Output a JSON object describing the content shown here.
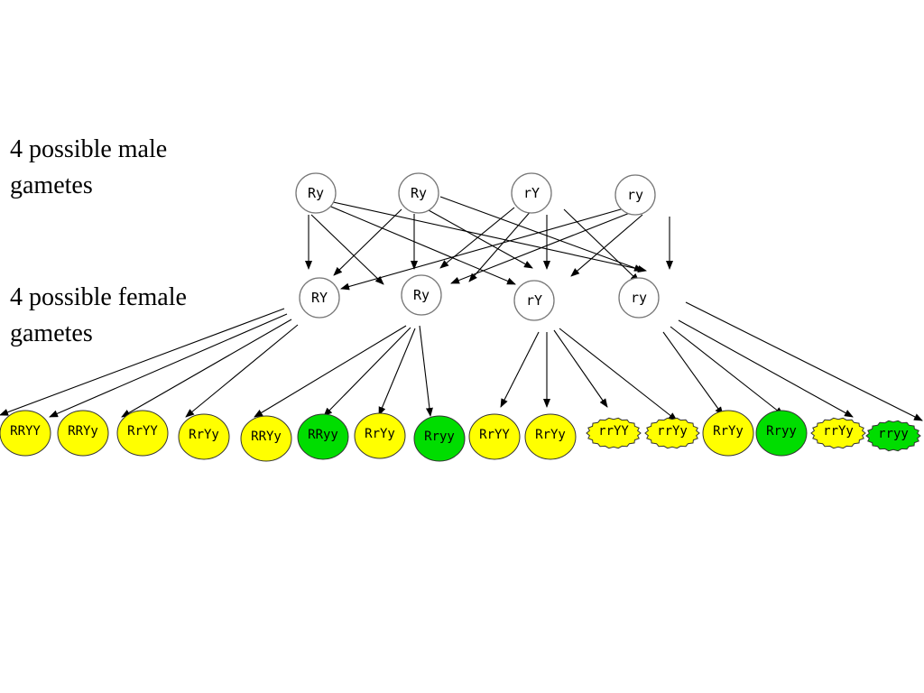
{
  "labels": {
    "male_gametes": "4 possible male\ngametes",
    "female_gametes": "4 possible female\ngametes"
  },
  "colors": {
    "yellow_phenotype": "#ffff00",
    "green_phenotype": "#00dd00",
    "gamete_fill": "#ffffff",
    "outline": "#000000"
  },
  "male_gametes": [
    "Ry",
    "Ry",
    "rY",
    "ry"
  ],
  "female_gametes": [
    "RY",
    "Ry",
    "rY",
    "ry"
  ],
  "offspring": [
    {
      "genotype": "RRYY",
      "color": "yellow",
      "shape": "round"
    },
    {
      "genotype": "RRYy",
      "color": "yellow",
      "shape": "round"
    },
    {
      "genotype": "RrYY",
      "color": "yellow",
      "shape": "round"
    },
    {
      "genotype": "RrYy",
      "color": "yellow",
      "shape": "round"
    },
    {
      "genotype": "RRYy",
      "color": "yellow",
      "shape": "round"
    },
    {
      "genotype": "RRyy",
      "color": "green",
      "shape": "round"
    },
    {
      "genotype": "RrYy",
      "color": "yellow",
      "shape": "round"
    },
    {
      "genotype": "Rryy",
      "color": "green",
      "shape": "round"
    },
    {
      "genotype": "RrYY",
      "color": "yellow",
      "shape": "round"
    },
    {
      "genotype": "RrYy",
      "color": "yellow",
      "shape": "round"
    },
    {
      "genotype": "rrYY",
      "color": "yellow",
      "shape": "wrinkled"
    },
    {
      "genotype": "rrYy",
      "color": "yellow",
      "shape": "wrinkled"
    },
    {
      "genotype": "RrYy",
      "color": "yellow",
      "shape": "round"
    },
    {
      "genotype": "Rryy",
      "color": "green",
      "shape": "round"
    },
    {
      "genotype": "rrYy",
      "color": "yellow",
      "shape": "wrinkled"
    },
    {
      "genotype": "rryy",
      "color": "green",
      "shape": "wrinkled"
    }
  ]
}
